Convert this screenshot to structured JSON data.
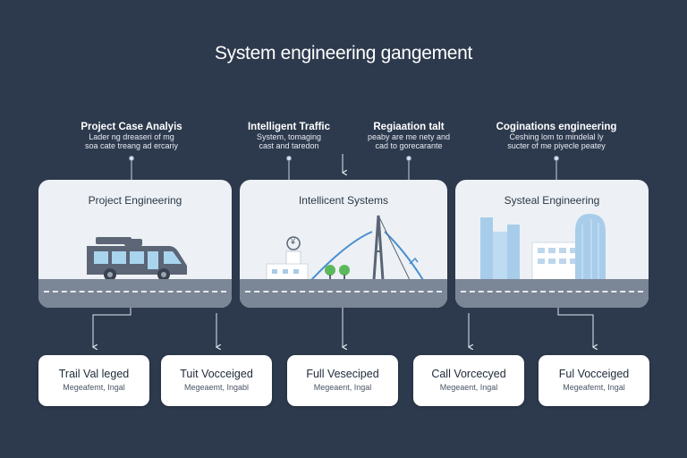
{
  "title": "System engineering gangement",
  "labels": [
    {
      "title": "Project Case Analyis",
      "sub1": "Lader ng dreaseri of mg",
      "sub2": "soa cate treang ad ercariy"
    },
    {
      "title": "Intelligent Traffic",
      "sub1": "System, tomaging",
      "sub2": "cast and taredon"
    },
    {
      "title": "Regiaation talt",
      "sub1": "peaby are me nety and",
      "sub2": "cad to gorecarante"
    },
    {
      "title": "Coginations engineering",
      "sub1": "Ceshing lom to mindelal ly",
      "sub2": "sucter of me piyecle peatey"
    }
  ],
  "panels": [
    {
      "title": "Project Engineering"
    },
    {
      "title": "Intellicent Systems"
    },
    {
      "title": "Systeal Engineering"
    }
  ],
  "cards": [
    {
      "title": "Trail Val leged",
      "sub": "Megeafemt, Ingal"
    },
    {
      "title": "Tuit Vocceiged",
      "sub": "Megeaemt, Ingabl"
    },
    {
      "title": "Full Veseciped",
      "sub": "Megeaent, Ingal"
    },
    {
      "title": "Call Vorcecyed",
      "sub": "Megeaent, Ingal"
    },
    {
      "title": "Ful Vocceiged",
      "sub": "Megeafemt, Ingal"
    }
  ],
  "colors": {
    "background": "#2d3a4d",
    "panel": "#edf1f5",
    "road": "#7b8696",
    "card": "#ffffff",
    "accent": "#3f8bd1"
  }
}
